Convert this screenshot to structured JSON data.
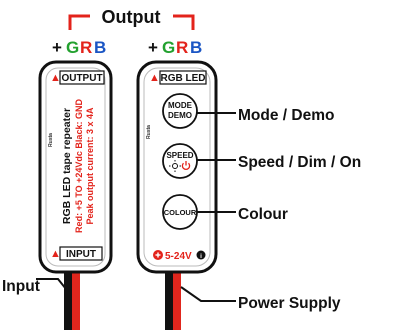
{
  "output_header": "Output",
  "left_pins": {
    "plus": "+",
    "g": "G",
    "r": "R",
    "b": "B"
  },
  "right_pins": {
    "plus": "+",
    "g": "G",
    "r": "R",
    "b": "B"
  },
  "repeater": {
    "top_label": "OUTPUT",
    "brand": "Rusta",
    "title": "RGB LED tape repeater",
    "line1": "Red: +5 TO +24Vdc Black: GND",
    "line2": "Peak output current: 3 x 4A",
    "bottom_label": "INPUT"
  },
  "controller": {
    "top_label": "RGB LED",
    "brand": "Rusta",
    "btn_mode_1": "MODE",
    "btn_mode_2": "DEMO",
    "btn_speed": "SPEED",
    "btn_colour": "COLOUR",
    "voltage": "5-24V"
  },
  "callouts": {
    "mode": "Mode / Demo",
    "speed": "Speed / Dim / On",
    "colour": "Colour",
    "input": "Input",
    "power": "Power Supply"
  },
  "colors": {
    "red": "#e3231b",
    "green": "#23a12f",
    "blue": "#1a55c4",
    "dark": "#111111",
    "body": "#ffffff",
    "wire_red": "#e0261d"
  }
}
